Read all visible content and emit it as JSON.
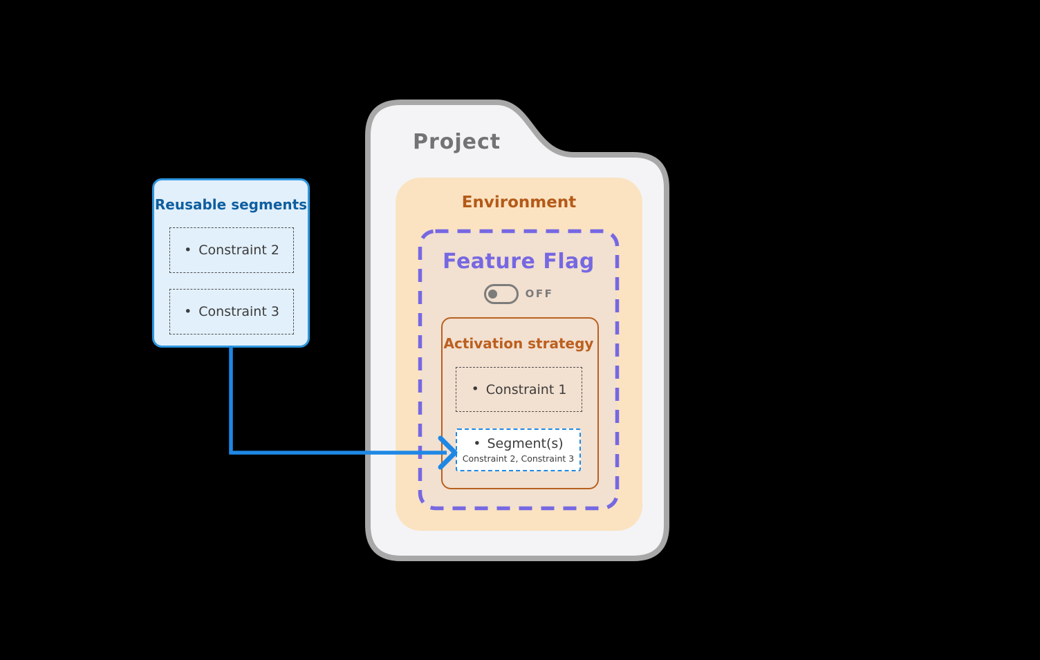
{
  "bullet": "•",
  "project": {
    "title": "Project"
  },
  "environment": {
    "title": "Environment"
  },
  "feature_flag": {
    "title": "Feature Flag",
    "toggle": {
      "state_label": "OFF",
      "is_on": false
    },
    "strategy": {
      "title": "Activation strategy",
      "constraint": {
        "label": "Constraint 1"
      },
      "segments": {
        "label": "Segment(s)",
        "detail": "Constraint 2, Constraint 3"
      }
    }
  },
  "reusable_segments": {
    "title": "Reusable segments",
    "items": [
      {
        "label": "Constraint 2"
      },
      {
        "label": "Constraint 3"
      }
    ]
  },
  "colors": {
    "background": "#000000",
    "folder_fill": "#F4F4F6",
    "folder_border": "#A8A8A8",
    "project_text": "#737376",
    "environment_fill": "#FBE3C1",
    "environment_text": "#B45A19",
    "feature_flag_fill": "#F2E0D0",
    "feature_flag_border": "#7668E2",
    "feature_flag_text": "#7668E2",
    "toggle_gray": "#7C7C7C",
    "strategy_border": "#B6611F",
    "strategy_text": "#BC5F1E",
    "constraint_dash": "#4B4B4B",
    "constraint_text": "#3B3B3B",
    "segments_border": "#1E88E5",
    "segments_fill": "#FFFFFF",
    "arrow": "#1E88E5",
    "reusable_fill": "#E2F0FB",
    "reusable_border": "#2D96DE",
    "reusable_text": "#0F5EA0"
  }
}
